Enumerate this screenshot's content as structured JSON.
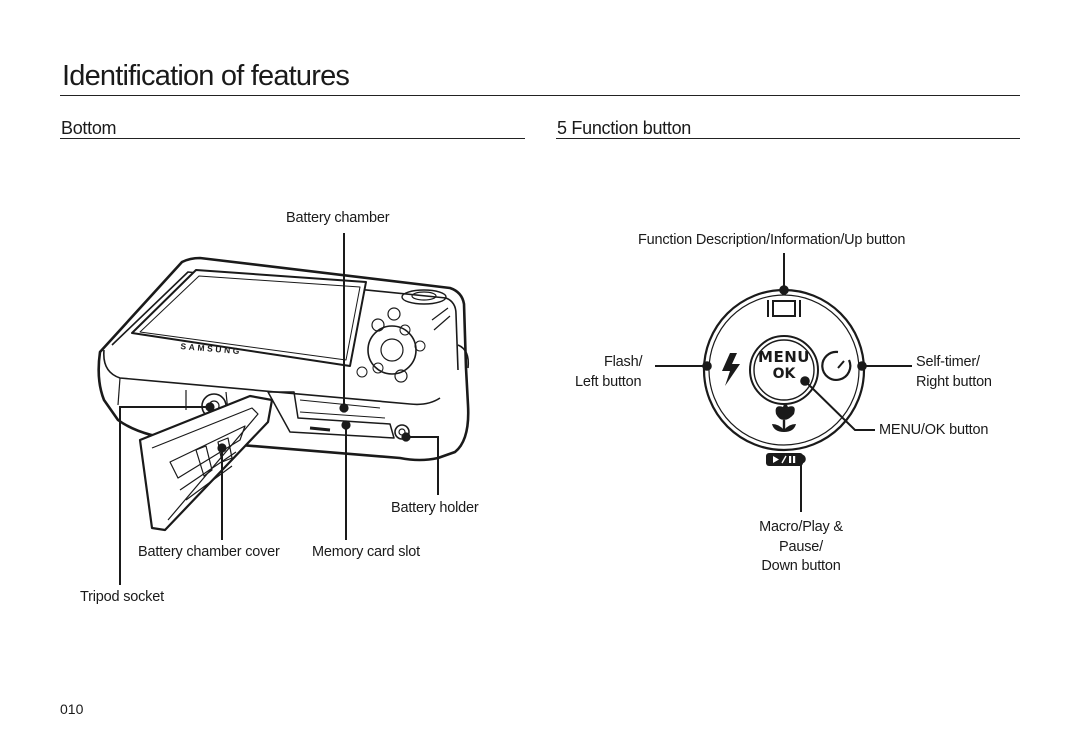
{
  "page": {
    "title": "Identification of features",
    "page_number": "010"
  },
  "bottom_section": {
    "heading": "Bottom",
    "labels": {
      "battery_chamber": "Battery chamber",
      "battery_holder": "Battery holder",
      "battery_chamber_cover": "Battery chamber cover",
      "memory_card_slot": "Memory card slot",
      "tripod_socket": "Tripod socket"
    },
    "camera_brand": "SAMSUNG"
  },
  "function_section": {
    "heading": "5 Function button",
    "labels": {
      "up": "Function Description/Information/Up button",
      "left_line1": "Flash/",
      "left_line2": "Left button",
      "right_line1": "Self-timer/",
      "right_line2": "Right button",
      "center": "MENU/OK button",
      "down_line1": "Macro/Play &",
      "down_line2": "Pause/",
      "down_line3": "Down button"
    },
    "center_button": {
      "line1": "MENU",
      "line2": "OK"
    }
  }
}
